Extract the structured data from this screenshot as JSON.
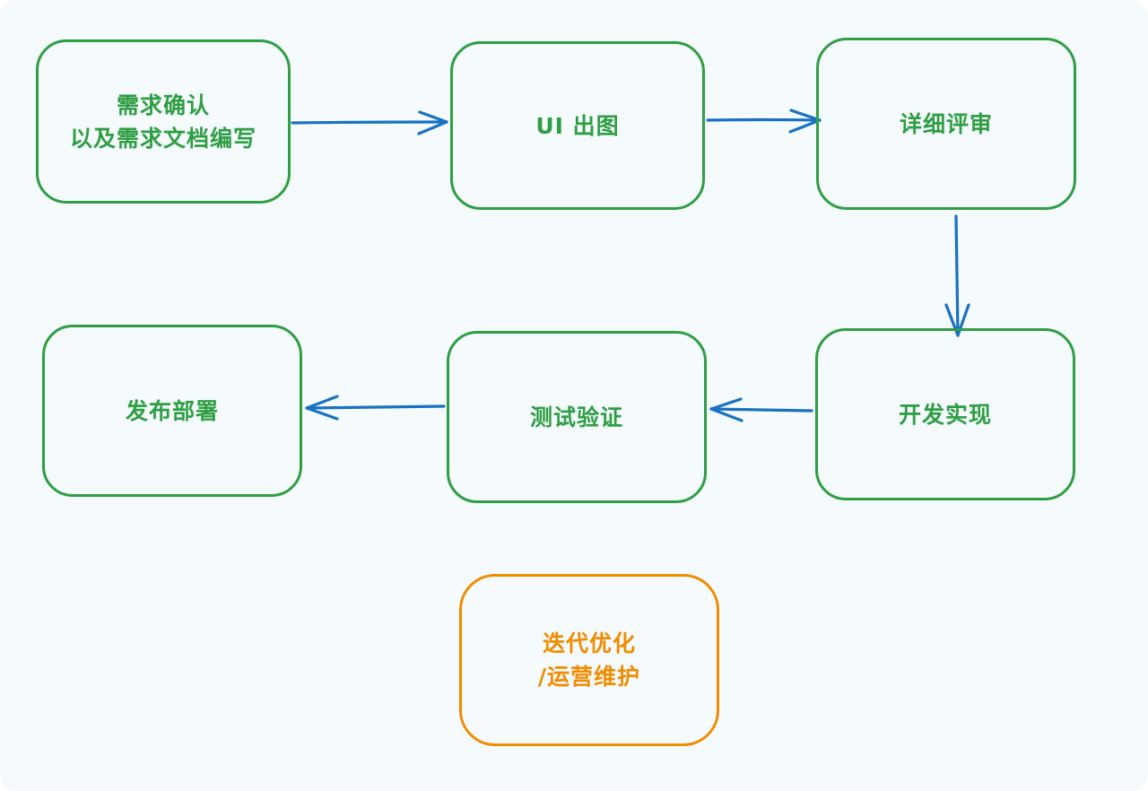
{
  "diagram": {
    "stroke_colors": {
      "primary": "#2f9e44",
      "secondary": "#f08c00",
      "arrow": "#1971c2",
      "background": "#f5fafc"
    },
    "nodes": {
      "requirements": {
        "text": "需求确认\n以及需求文档编写"
      },
      "ui_design": {
        "text": "UI 出图"
      },
      "review": {
        "text": "详细评审"
      },
      "development": {
        "text": "开发实现"
      },
      "testing": {
        "text": "测试验证"
      },
      "deployment": {
        "text": "发布部署"
      },
      "iteration": {
        "text": "迭代优化\n/运营维护"
      }
    },
    "edges": [
      {
        "from": "requirements",
        "to": "ui_design"
      },
      {
        "from": "ui_design",
        "to": "review"
      },
      {
        "from": "review",
        "to": "development"
      },
      {
        "from": "development",
        "to": "testing"
      },
      {
        "from": "testing",
        "to": "deployment"
      }
    ]
  }
}
